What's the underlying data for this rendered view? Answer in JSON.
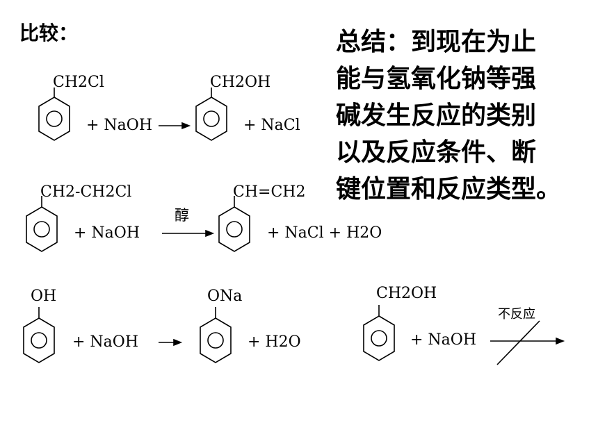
{
  "heading": "比较：",
  "summary": {
    "lines": [
      "总结：到现在为止",
      "能与氢氧化钠等强",
      "碱发生反应的类别",
      "以及反应条件、断",
      "键位置和反应类型。"
    ]
  },
  "reactions": {
    "r1": {
      "reactant_group": "CH2Cl",
      "reagent": "+ NaOH",
      "product_group": "CH2OH",
      "byproduct": "+ NaCl"
    },
    "r2": {
      "reactant_group": "CH2-CH2Cl",
      "reagent": "+ NaOH",
      "condition": "醇",
      "product_group": "CH=CH2",
      "byproduct": "+ NaCl + H2O"
    },
    "r3": {
      "reactant_group": "OH",
      "reagent": "+ NaOH",
      "product_group": "ONa",
      "byproduct": "+ H2O"
    },
    "r4": {
      "reactant_group": "CH2OH",
      "reagent": "+ NaOH",
      "condition": "不反应"
    }
  }
}
